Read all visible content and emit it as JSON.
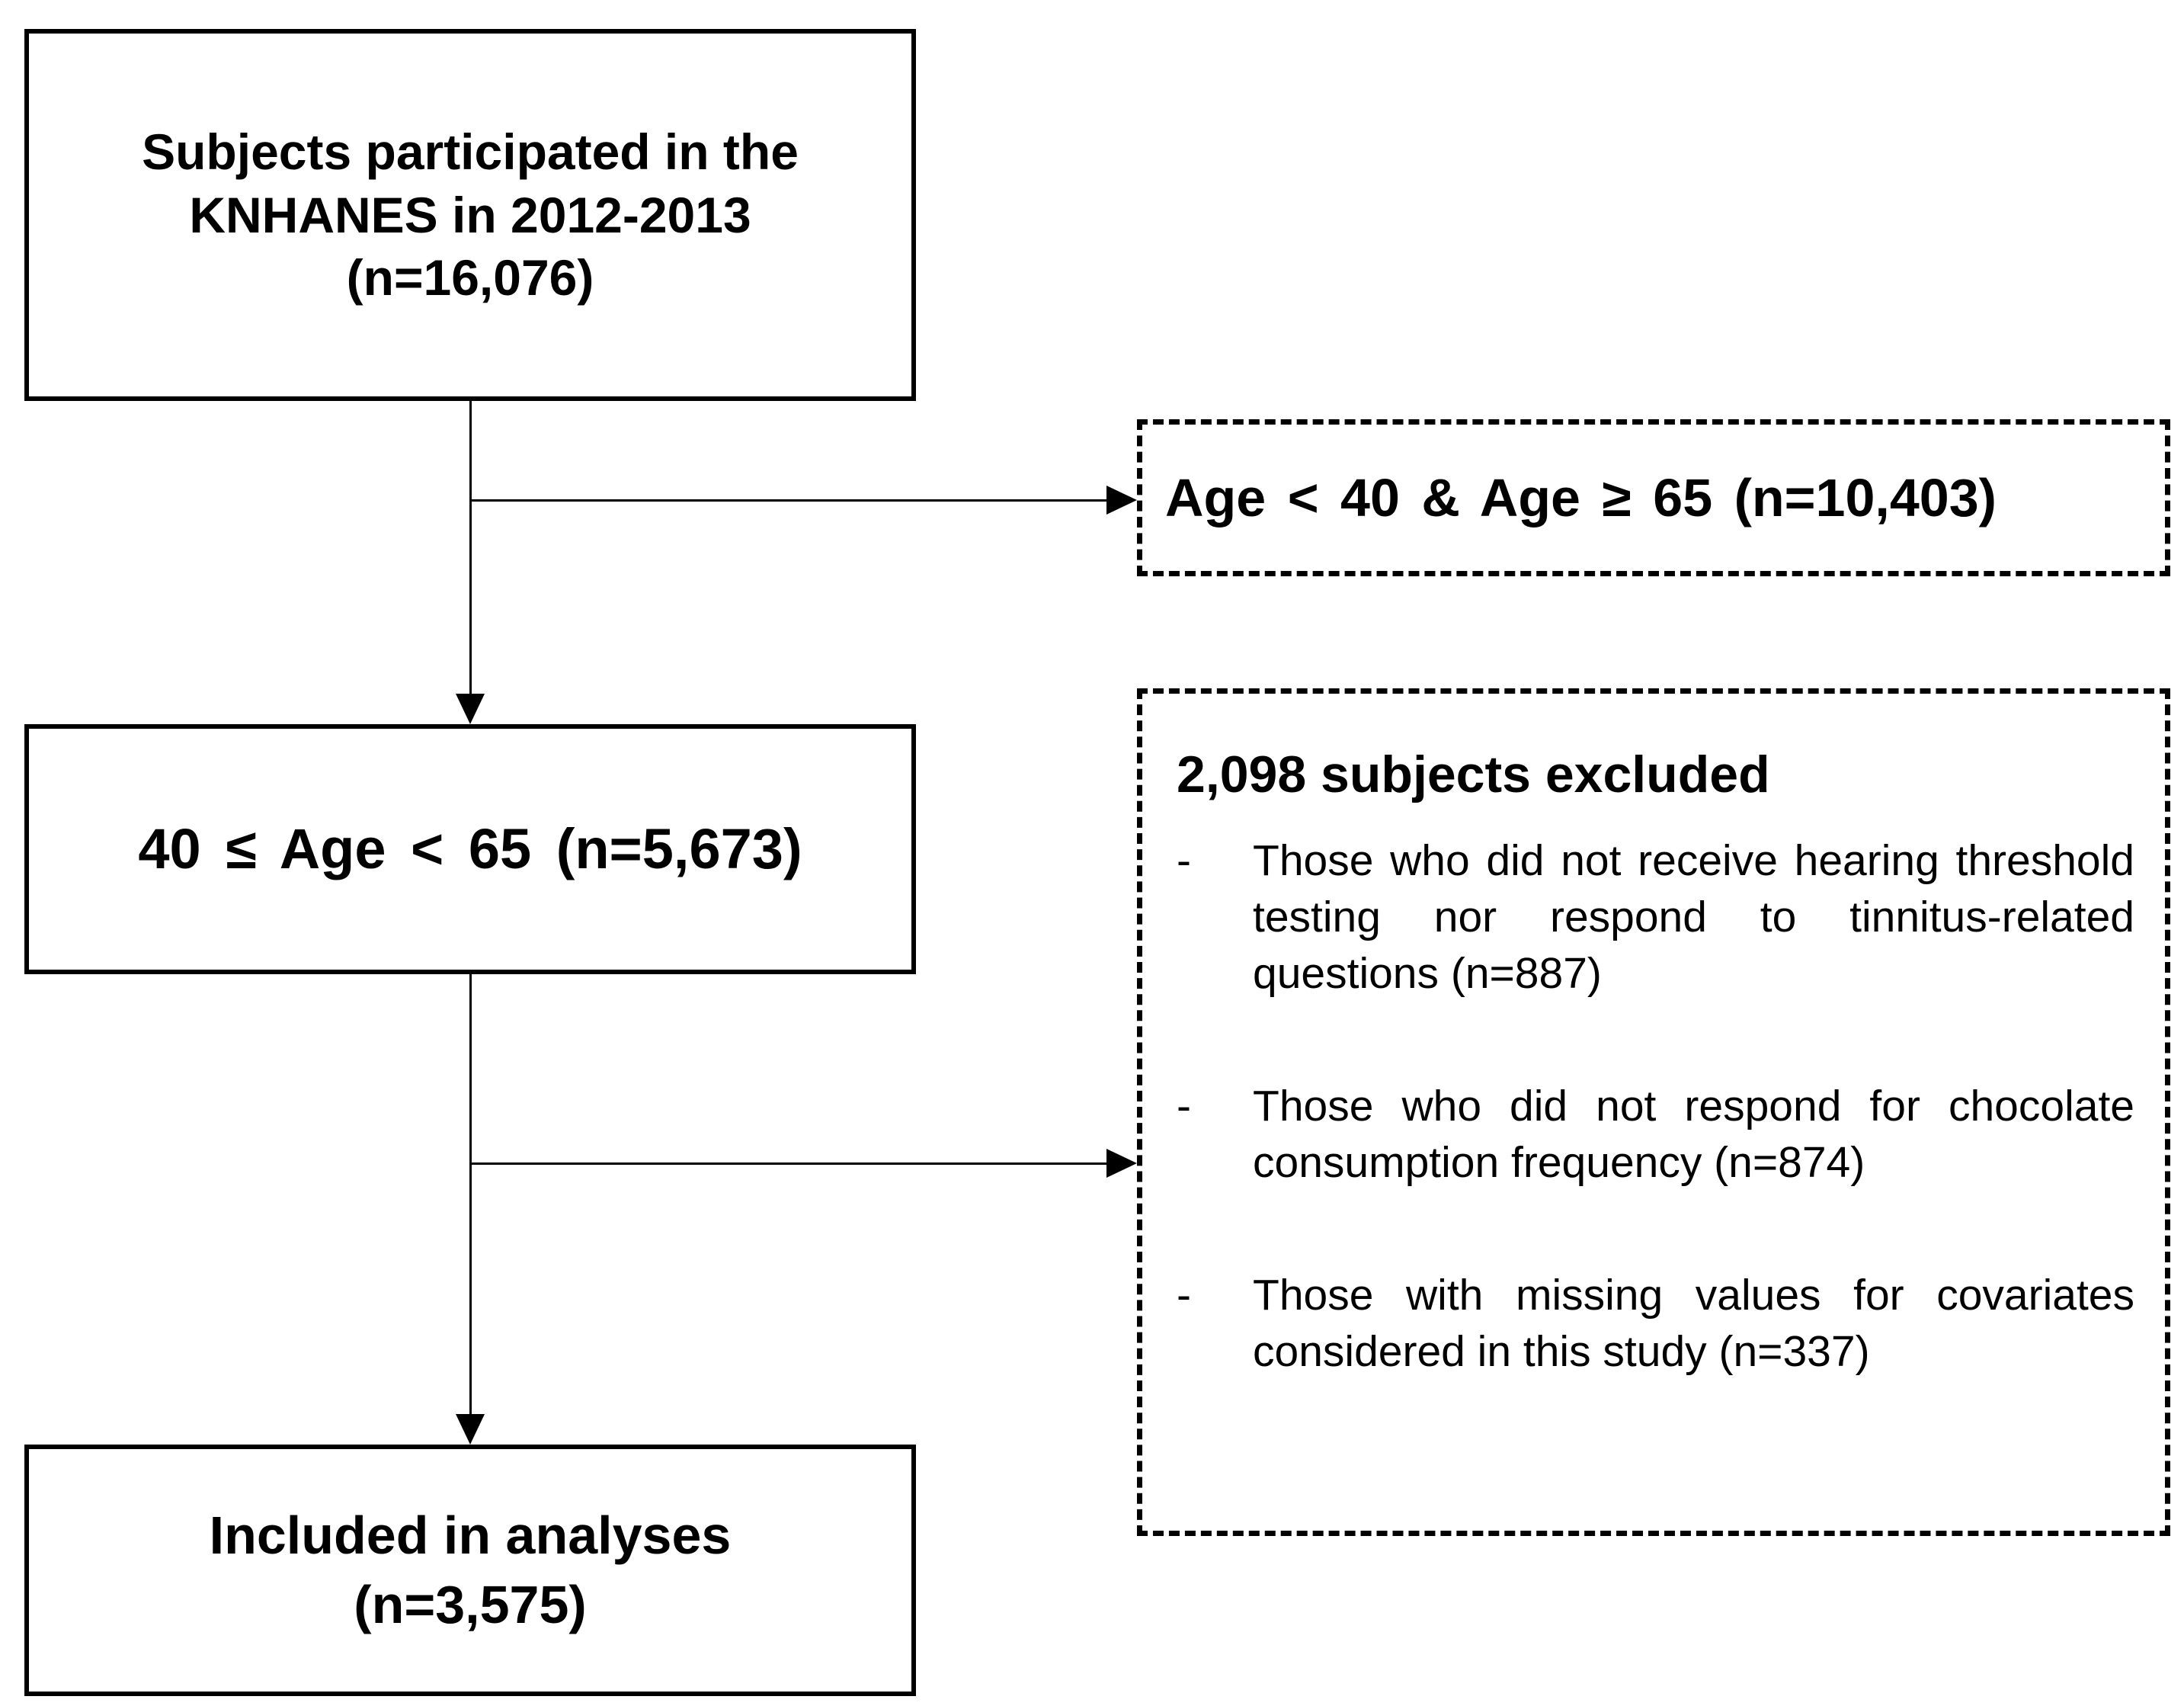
{
  "figure": {
    "participants_box": {
      "line1": "Subjects participated in the",
      "line2": "KNHANES in 2012-2013",
      "line3": "(n=16,076)"
    },
    "age_excluded_box": {
      "text": "Age < 40 & Age ≥ 65 (n=10,403)"
    },
    "age_range_box": {
      "text": "40 ≤ Age < 65 (n=5,673)"
    },
    "excluded_detail_box": {
      "title": "2,098 subjects excluded",
      "bullet": "-",
      "items": [
        "Those who did not receive hearing threshold testing nor respond to tinnitus-related questions (n=887)",
        "Those who did not respond for chocolate consumption frequency (n=874)",
        "Those with missing values for covariates considered in this study (n=337)"
      ]
    },
    "included_box": {
      "line1": "Included in analyses",
      "line2": "(n=3,575)"
    },
    "colors": {
      "line": "#000000",
      "text": "#000000",
      "background": "#ffffff"
    }
  }
}
